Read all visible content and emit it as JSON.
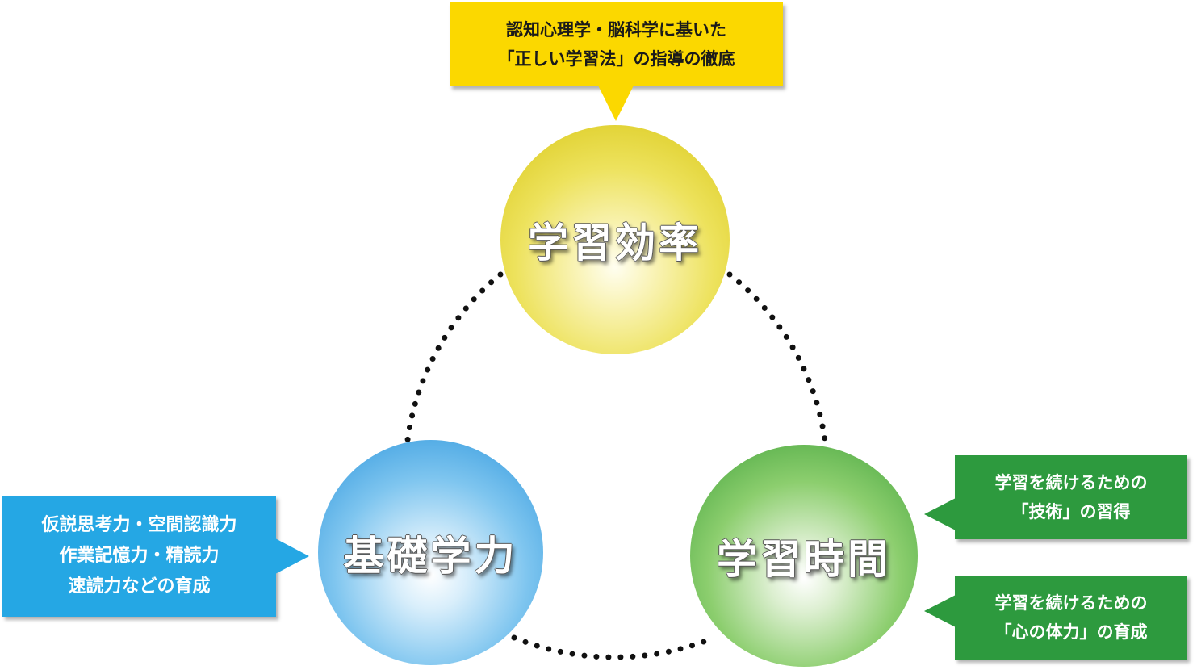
{
  "nodes": {
    "efficiency": {
      "label": "学習効率",
      "color": "#ede25c"
    },
    "basic": {
      "label": "基礎学力",
      "color": "#7ec5ef"
    },
    "time": {
      "label": "学習時間",
      "color": "#8cce6e"
    }
  },
  "callouts": {
    "efficiency": {
      "lines": [
        "認知心理学・脳科学に基いた",
        "「正しい学習法」の指導の徹底"
      ],
      "color": "#fbd800"
    },
    "basic": {
      "lines": [
        "仮説思考力・空間認識力",
        "作業記憶力・精読力",
        "速読力などの育成"
      ],
      "color": "#25a7e4"
    },
    "time_technique": {
      "lines": [
        "学習を続けるための",
        "「技術」の習得"
      ],
      "color": "#2d9a3e"
    },
    "time_stamina": {
      "lines": [
        "学習を続けるための",
        "「心の体力」の育成"
      ],
      "color": "#2d9a3e"
    }
  },
  "connector_color": "#111111"
}
